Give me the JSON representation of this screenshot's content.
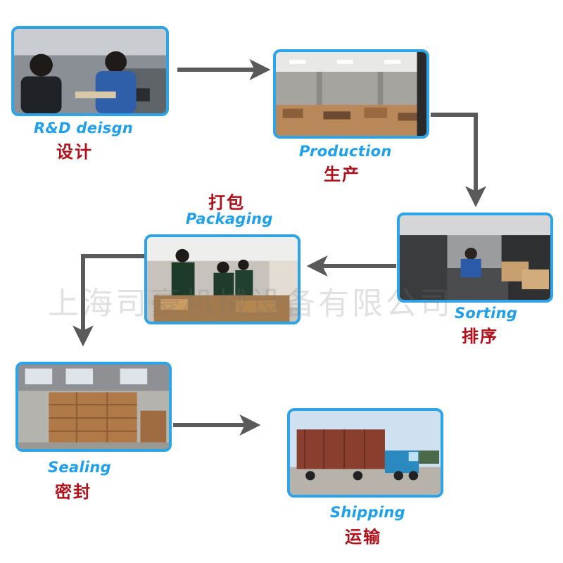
{
  "steps": [
    {
      "id": "rd",
      "en": "R&D deisgn",
      "cn": "设计"
    },
    {
      "id": "production",
      "en": "Production",
      "cn": "生产"
    },
    {
      "id": "sorting",
      "en": "Sorting",
      "cn": "排序"
    },
    {
      "id": "packaging",
      "en": "Packaging",
      "cn": "打包"
    },
    {
      "id": "sealing",
      "en": "Sealing",
      "cn": "密封"
    },
    {
      "id": "shipping",
      "en": "Shipping",
      "cn": "运输"
    }
  ],
  "watermark": "上海司豪机械设备有限公司",
  "colors": {
    "frame": "#2ea4e8",
    "english_label": "#1ea0ea",
    "chinese_label": "#b0101a",
    "arrow": "#5a5a5a"
  }
}
